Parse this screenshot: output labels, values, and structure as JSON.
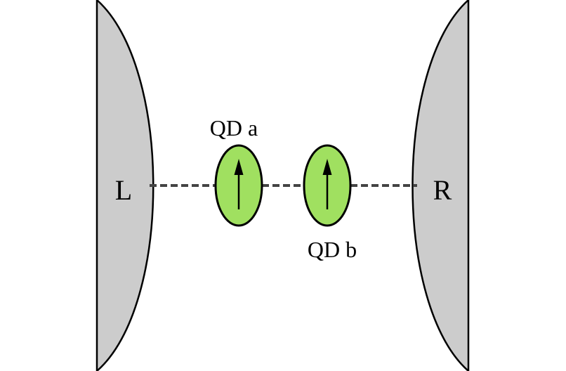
{
  "diagram": {
    "lead_left": {
      "label": "L"
    },
    "lead_right": {
      "label": "R"
    },
    "dot_a": {
      "label": "QD a",
      "spin": "up"
    },
    "dot_b": {
      "label": "QD b",
      "spin": "up"
    },
    "colors": {
      "lead_fill": "#cccccc",
      "dot_fill": "#a0e060",
      "stroke": "#000000",
      "coupling_line": "#444444"
    }
  }
}
